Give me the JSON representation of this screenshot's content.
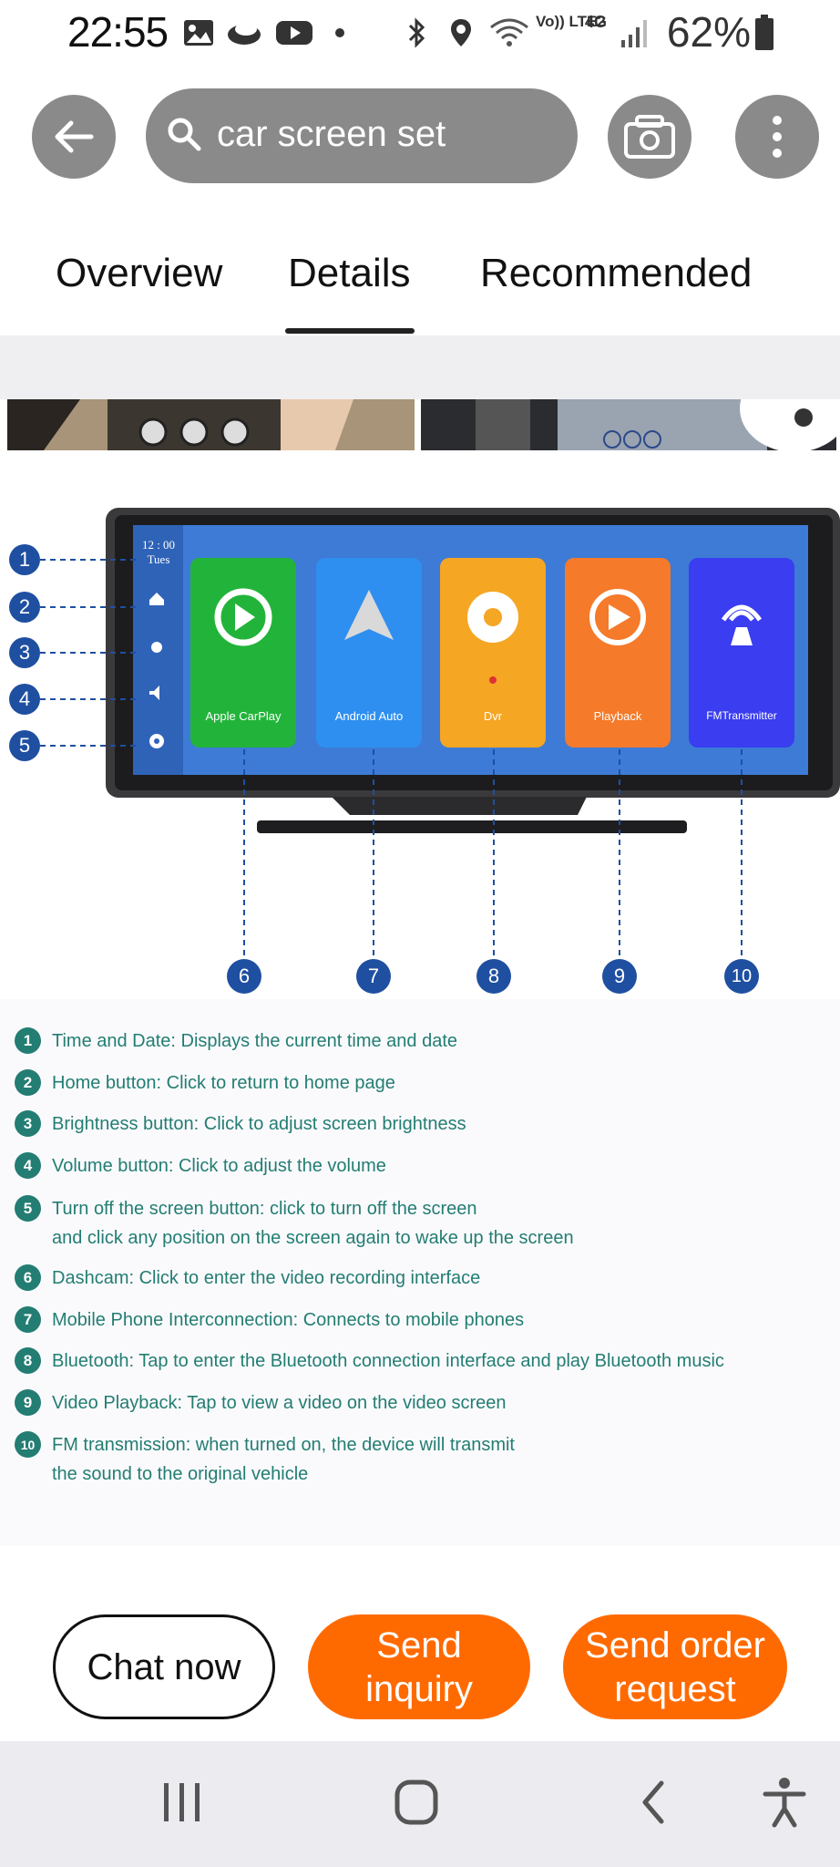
{
  "status_bar": {
    "time": "22:55",
    "network_volte": "Vo)) LTE2",
    "network_type": "4G",
    "battery": "62%",
    "icons": [
      "gallery-icon",
      "cloud-icon",
      "youtube-icon",
      "dot-icon",
      "bluetooth-icon",
      "location-icon",
      "wifi-icon",
      "signal-icon",
      "battery-icon"
    ]
  },
  "header": {
    "back_icon": "arrow-left-icon",
    "search_value": "car screen set",
    "search_icon": "search-icon",
    "camera_icon": "camera-icon",
    "more_icon": "more-vertical-icon"
  },
  "tabs": [
    {
      "label": "Overview",
      "active": false
    },
    {
      "label": "Details",
      "active": true
    },
    {
      "label": "Recommended",
      "active": false
    }
  ],
  "diagram": {
    "screen_time": "12 : 00",
    "screen_day": "Tues",
    "apps": [
      {
        "label": "Apple CarPlay",
        "color": "#22b43a"
      },
      {
        "label": "Android Auto",
        "color": "#2f8ff0"
      },
      {
        "label": "Dvr",
        "color": "#f5a623"
      },
      {
        "label": "Playback",
        "color": "#f57a2a"
      },
      {
        "label": "FMTransmitter",
        "color": "#3a3df0"
      }
    ],
    "left_callouts": [
      "1",
      "2",
      "3",
      "4",
      "5"
    ],
    "bottom_callouts": [
      "6",
      "7",
      "8",
      "9",
      "10"
    ]
  },
  "features": [
    {
      "num": "1",
      "text": "Time and Date: Displays the current time and date"
    },
    {
      "num": "2",
      "text": "Home button: Click to return to home page"
    },
    {
      "num": "3",
      "text": "Brightness button: Click to adjust screen brightness"
    },
    {
      "num": "4",
      "text": "Volume button: Click to adjust the volume"
    },
    {
      "num": "5",
      "text": "Turn off the screen button: click to turn off the screen",
      "text2": "and click any position on the screen again to wake up the screen"
    },
    {
      "num": "6",
      "text": "Dashcam: Click to enter the video recording interface"
    },
    {
      "num": "7",
      "text": "Mobile Phone Interconnection: Connects to mobile phones"
    },
    {
      "num": "8",
      "text": "Bluetooth: Tap to enter the Bluetooth connection interface and play Bluetooth music"
    },
    {
      "num": "9",
      "text": "Video Playback: Tap to view a video on the video screen"
    },
    {
      "num": "10",
      "text": "FM transmission: when turned on, the device will transmit",
      "text2": "the sound to the original vehicle"
    }
  ],
  "actions": {
    "chat": "Chat now",
    "inquiry_1": "Send",
    "inquiry_2": "inquiry",
    "order_1": "Send order",
    "order_2": "request"
  },
  "colors": {
    "accent_orange": "#ff6a00",
    "list_teal": "#237d72",
    "callout_blue": "#1f4fa0",
    "button_gray": "#8a8a8a"
  },
  "nav": {
    "recent_icon": "recent-apps-icon",
    "home_icon": "home-icon",
    "back_icon": "back-chevron-icon",
    "accessibility_icon": "accessibility-icon"
  }
}
